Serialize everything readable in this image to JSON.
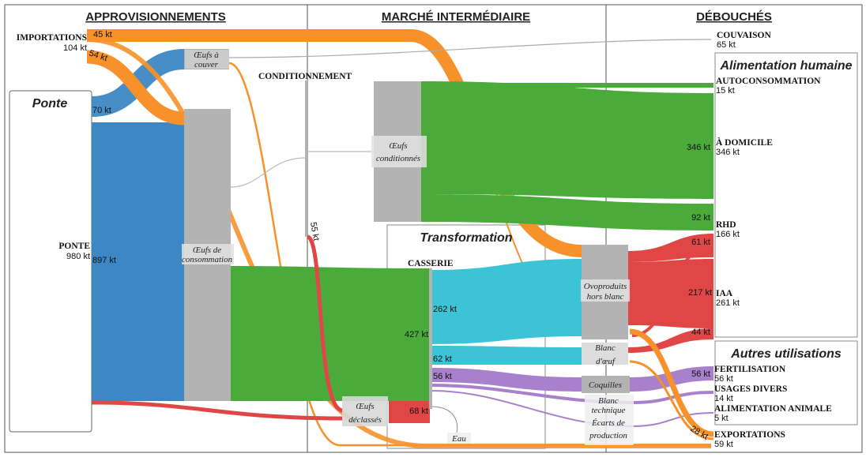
{
  "headers": {
    "supply": "APPROVISIONNEMENTS",
    "market": "MARCHÉ INTERMÉDIAIRE",
    "outlets": "DÉBOUCHÉS"
  },
  "groups": {
    "laying": "Ponte",
    "processing": "Transformation",
    "food": "Alimentation humaine",
    "other_uses": "Autres utilisations"
  },
  "nodes": {
    "imports": {
      "name": "IMPORTATIONS",
      "value": "104 kt"
    },
    "laying": {
      "name": "PONTE",
      "value": "980 kt"
    },
    "packing": {
      "name": "CONDITIONNEMENT"
    },
    "breaking": {
      "name": "CASSERIE"
    },
    "hatching": {
      "name": "COUVAISON",
      "value": "65 kt"
    },
    "self_consumption": {
      "name": "AUTOCONSOMMATION",
      "value": "15 kt"
    },
    "at_home": {
      "name": "À DOMICILE",
      "value": "346 kt"
    },
    "rhd": {
      "name": "RHD",
      "value": "166 kt"
    },
    "iaa": {
      "name": "IAA",
      "value": "261 kt"
    },
    "fertilization": {
      "name": "FERTILISATION",
      "value": "56 kt"
    },
    "misc_uses": {
      "name": "USAGES DIVERS",
      "value": "14 kt"
    },
    "animal_feed": {
      "name": "ALIMENTATION ANIMALE",
      "value": "5 kt"
    },
    "exports": {
      "name": "EXPORTATIONS",
      "value": "59 kt"
    }
  },
  "boxes": {
    "hatching_eggs": [
      "Œufs à",
      "couver"
    ],
    "consumption_eggs": [
      "Œufs de",
      "consommation"
    ],
    "packed_eggs": [
      "Œufs",
      "conditionnés"
    ],
    "downgraded_eggs": [
      "Œufs",
      "déclassés"
    ],
    "egg_products": [
      "Ovoproduits",
      "hors blanc"
    ],
    "egg_white": [
      "Blanc",
      "d'œuf"
    ],
    "shells": [
      "Coquilles"
    ],
    "technical_white": [
      "Blanc",
      "technique",
      "Écarts de",
      "production"
    ],
    "water": [
      "Eau"
    ]
  },
  "flow_labels": {
    "imports_45": "45 kt",
    "imports_54": "54 kt",
    "laying_70": "70 kt",
    "laying_897": "897 kt",
    "packing_55": "55 kt",
    "breaking_427": "427 kt",
    "breaking_262": "262 kt",
    "breaking_62": "62 kt",
    "breaking_56": "56 kt",
    "downgraded_68": "68 kt",
    "home_346": "346 kt",
    "rhd_92": "92 kt",
    "rhd_61": "61 kt",
    "iaa_217": "217 kt",
    "iaa_44": "44 kt",
    "fert_56": "56 kt",
    "exp_28": "28 kt"
  },
  "colors": {
    "imports": "#f7922a",
    "laying": "#3d88c4",
    "consumption": "#4aab3b",
    "transform": "#3cc4d6",
    "derived": "#e04646",
    "byproduct": "#a880cc",
    "node": "#b3b3b3"
  }
}
